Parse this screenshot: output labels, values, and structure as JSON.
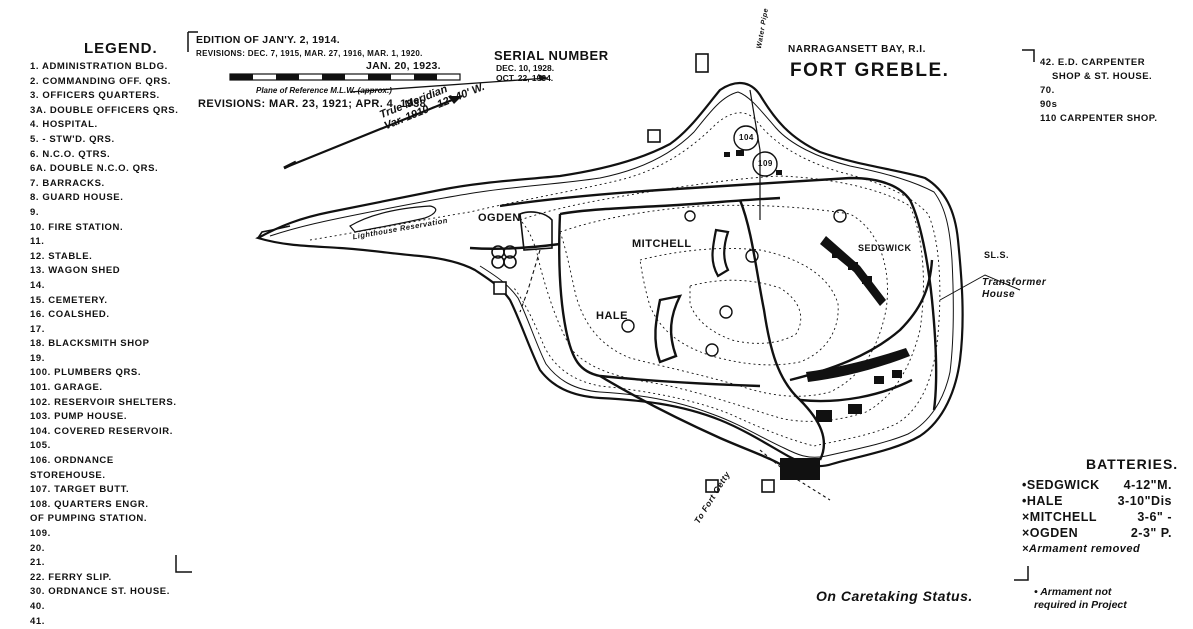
{
  "legend": {
    "title": "LEGEND.",
    "items": [
      "1. ADMINISTRATION BLDG.",
      "2. COMMANDING OFF. QRS.",
      "3. OFFICERS QUARTERS.",
      "3a. DOUBLE OFFICERS QRS.",
      "4. HOSPITAL.",
      "5.     -        STW'D. QRS.",
      "6. N.C.O. QTRS.",
      "6a. DOUBLE N.C.O. QRS.",
      "7. BARRACKS.",
      "8. GUARD HOUSE.",
      "9.",
      "10. FIRE STATION.",
      "11.",
      "12. STABLE.",
      "13. WAGON SHED",
      "14.",
      "15. CEMETERY.",
      "16. COALSHED.",
      "17.",
      "18. BLACKSMITH SHOP",
      "19.",
      "100. PLUMBERS QRS.",
      "101. GARAGE.",
      "102. RESERVOIR SHELTERS.",
      "103. PUMP HOUSE.",
      "104. COVERED RESERVOIR.",
      "105.",
      "106. ORDNANCE",
      "       STOREHOUSE.",
      "107. TARGET BUTT.",
      "108. QUARTERS ENGR.",
      "       OF PUMPING STATION.",
      "109.",
      "20.",
      "21.",
      "22. FERRY SLIP.",
      "30. ORDNANCE ST. HOUSE.",
      "40.",
      "41."
    ]
  },
  "edition": {
    "line1": "EDITION OF JAN'Y. 2, 1914.",
    "line2": "REVISIONS: DEC. 7, 1915, MAR. 27, 1916, MAR. 1, 1920.",
    "line3": "JAN. 20, 1923.",
    "scale_caption": "Plane of Reference M.L.W. (approx.)",
    "revisions": "REVISIONS: MAR. 23, 1921; APR. 4, 1938"
  },
  "serial": {
    "label": "SERIAL NUMBER",
    "dates": [
      "DEC. 10, 1928.",
      "OCT. 22, 1934."
    ]
  },
  "meridian": {
    "line1": "True Meridian",
    "line2": "Var. 1910 - 12° 40' W."
  },
  "header": {
    "bay": "NARRAGANSETT BAY, R.I.",
    "fort": "FORT GREBLE."
  },
  "right_legend": [
    "42. E.D. CARPENTER",
    "SHOP & ST. HOUSE.",
    "70.",
    "90s",
    "110 CARPENTER SHOP."
  ],
  "map_labels": {
    "ogden": "OGDEN",
    "mitchell": "MITCHELL",
    "sedgwick": "SEDGWICK",
    "hale": "HALE",
    "lighthouse": "Lighthouse Reservation",
    "transformer": "Transformer House",
    "sls": "SL.S.",
    "water_pipe": "Water Pipe",
    "to_fort_getty": "To Fort Getty",
    "box_104": "104",
    "box_109": "109"
  },
  "batteries": {
    "title": "BATTERIES.",
    "rows": [
      {
        "name": "•SEDGWICK",
        "spec": "4-12\"M."
      },
      {
        "name": "•HALE",
        "spec": "3-10\"Dis"
      },
      {
        "name": "×MITCHELL",
        "spec": "3-6\" -"
      },
      {
        "name": "×OGDEN",
        "spec": "2-3\" P."
      }
    ],
    "removed": "×Armament removed"
  },
  "status": "On Caretaking Status.",
  "footnote": [
    "• Armament not",
    "required in Project"
  ]
}
